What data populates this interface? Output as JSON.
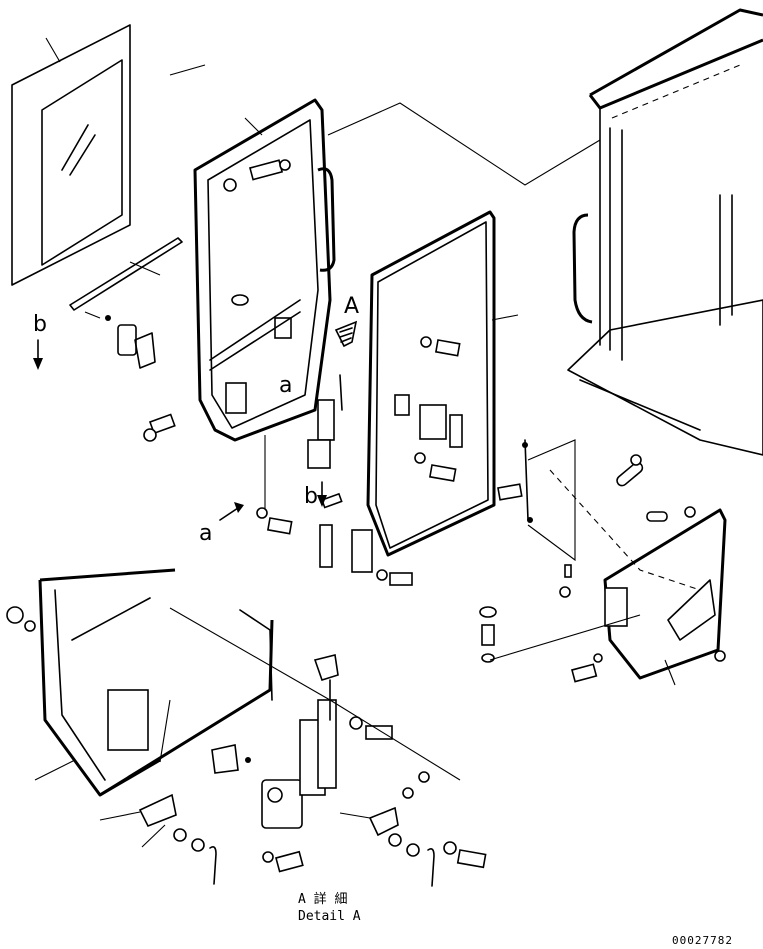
{
  "labels": {
    "view_a": "A",
    "view_a_small": "a",
    "view_b_left": "b",
    "view_b_mid": "b",
    "view_a_lower": "a"
  },
  "caption": {
    "jp": "A 詳 細",
    "en": "Detail A"
  },
  "doc_number": "00027782"
}
